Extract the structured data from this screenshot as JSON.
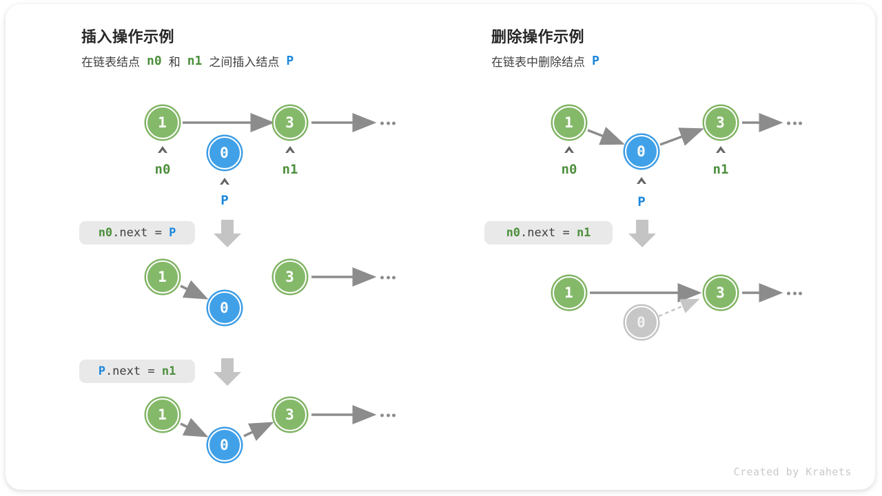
{
  "palette": {
    "node_green": "#85b96a",
    "node_blue": "#41a1e8",
    "node_gray_deleted": "#c7c7c7",
    "label_green": "#4c8f3c",
    "label_blue": "#1c87dd",
    "arrow_gray": "#8c8c8c",
    "dashed_arrow_gray": "#c6c6c6",
    "code_bg": "#e9e9e9",
    "step_arrow_gray": "#c4c4c4"
  },
  "glyphs": {
    "ellipsis": "...",
    "pointer_caret": "^"
  },
  "footer": {
    "credit": "Created by Krahets"
  },
  "left": {
    "title": "插入操作示例",
    "subtitle": {
      "t1": "在链表结点",
      "k1": "n0",
      "t2": "和",
      "k2": "n1",
      "t3": "之间插入结点",
      "k3": "P"
    },
    "refs": {
      "n0": "n0",
      "n1": "n1",
      "p": "P"
    },
    "code1": {
      "lhs": "n0",
      "mid": ".next = ",
      "rhs": "P"
    },
    "code2": {
      "lhs": "P",
      "mid": ".next = ",
      "rhs": "n1"
    },
    "d1": {
      "n1": "1",
      "n0": "0",
      "n3": "3"
    },
    "d2": {
      "n1": "1",
      "n0": "0",
      "n3": "3"
    },
    "d3": {
      "n1": "1",
      "n0": "0",
      "n3": "3"
    }
  },
  "right": {
    "title": "删除操作示例",
    "subtitle": {
      "t1": "在链表中删除结点",
      "k1": "P"
    },
    "refs": {
      "n0": "n0",
      "n1": "n1",
      "p": "P"
    },
    "code1": {
      "lhs": "n0",
      "mid": ".next = ",
      "rhs": "n1"
    },
    "d1": {
      "n1": "1",
      "n0": "0",
      "n3": "3"
    },
    "d2": {
      "n1": "1",
      "n0": "0",
      "n3": "3"
    }
  }
}
